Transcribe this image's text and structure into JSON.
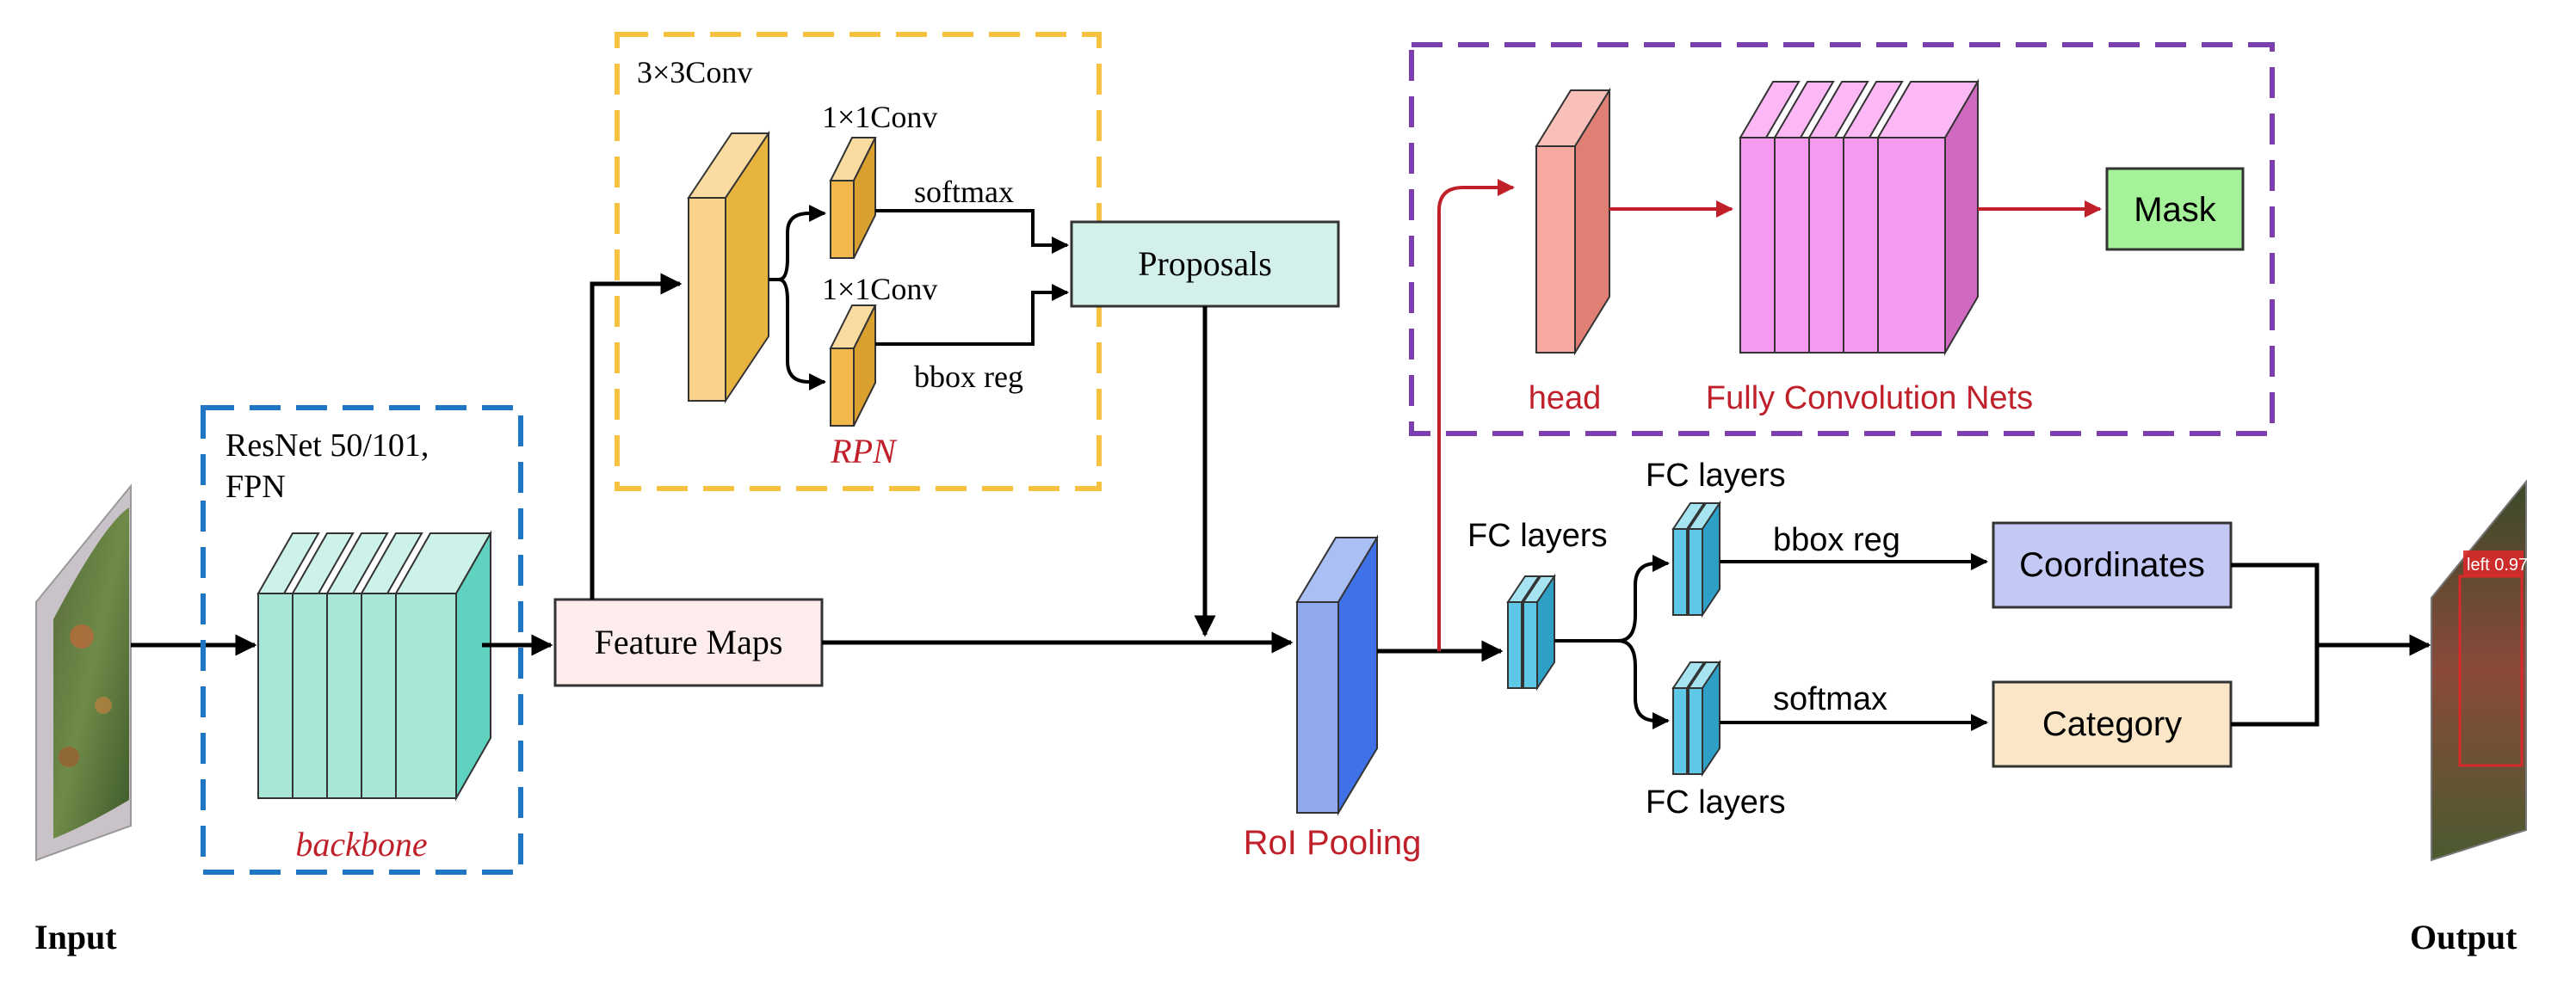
{
  "input": {
    "label": "Input"
  },
  "output": {
    "label": "Output",
    "overlay_text": "left 0.97"
  },
  "backbone": {
    "model_label_line1": "ResNet 50/101,",
    "model_label_line2": "FPN",
    "name": "backbone"
  },
  "feature_maps": {
    "label": "Feature Maps"
  },
  "rpn": {
    "name": "RPN",
    "conv3_label": "3×3Conv",
    "conv1_top_label": "1×1Conv",
    "conv1_bottom_label": "1×1Conv",
    "softmax_label": "softmax",
    "bbox_label": "bbox reg"
  },
  "proposals": {
    "label": "Proposals"
  },
  "roi_pooling": {
    "label": "RoI Pooling"
  },
  "mask_branch": {
    "head_label": "head",
    "fcn_label": "Fully Convolution Nets",
    "mask_label": "Mask"
  },
  "fc": {
    "first_label": "FC layers",
    "top_label": "FC layers",
    "bottom_label": "FC layers",
    "bbox_label": "bbox reg",
    "softmax_label": "softmax"
  },
  "outputs": {
    "coordinates_label": "Coordinates",
    "category_label": "Category"
  },
  "colors": {
    "backbone_dash": "#1f77c4",
    "rpn_dash": "#f5c242",
    "mask_dash": "#7b3fb0",
    "red_text": "#c0202a",
    "red_arrow": "#c0202a",
    "block_teal": "#a8e6d8",
    "block_orange": "#f2b84b",
    "block_blue": "#5b8ce8",
    "block_cyan": "#5fc8e6",
    "block_salmon": "#e88a80",
    "block_pink": "#f08ae8",
    "proposals_fill": "#d4f0ea",
    "feature_fill": "#fdecec",
    "mask_fill": "#a6f29a",
    "coord_fill": "#c3c8f5",
    "category_fill": "#fbe6c8"
  }
}
